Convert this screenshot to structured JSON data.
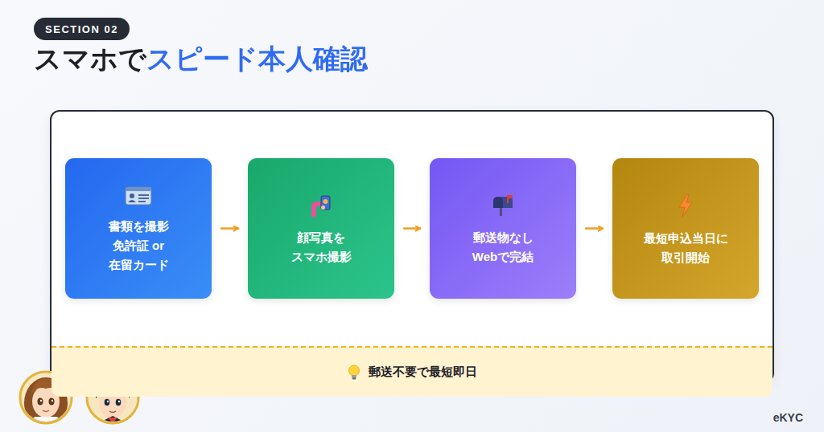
{
  "diagram": {
    "title": "スマホでスピード本人確認",
    "nodes": [
      {
        "text": [
          "SECTION 02"
        ]
      },
      {
        "text": [
          "書類を撮影 免許証 or 在留カード"
        ]
      },
      {
        "text": [
          "顔写真を スマホ撮影"
        ]
      },
      {
        "text": [
          "郵送物なし Webで完結"
        ]
      },
      {
        "text": [
          "最短申込当日に 取引開始"
        ]
      },
      {
        "text": [
          "郵送不要で最短即日"
        ]
      }
    ],
    "edges": [
      {
        "from": 1,
        "to": 2,
        "arrow": "to"
      },
      {
        "from": 2,
        "to": 3,
        "arrow": "to"
      },
      {
        "from": 3,
        "to": 4,
        "arrow": "to"
      }
    ],
    "labels": [
      "eKYC"
    ]
  }
}
